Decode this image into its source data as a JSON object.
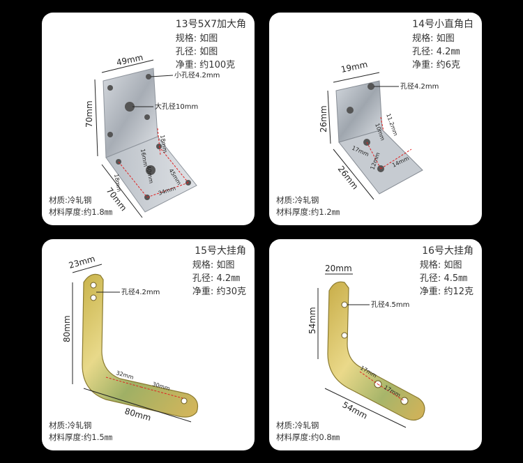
{
  "products": [
    {
      "title": "13号5X7加大角",
      "spec_label": "规格:",
      "spec_value": "如图",
      "hole_label": "孔径:",
      "hole_value": "如图",
      "weight_label": "净重:",
      "weight_value": "约100克",
      "material": "材质:冷轧钢",
      "thickness": "材料厚度:约1.8㎜",
      "dims": {
        "top": "49mm",
        "side": "70mm",
        "bottom": "70mm",
        "small_hole": "小孔径4.2mm",
        "big_hole": "大孔径10mm",
        "d18": "18mm",
        "d40": "40mm",
        "d16": "16mm",
        "d45": "45mm",
        "d34": "34mm",
        "d18b": "18mm"
      }
    },
    {
      "title": "14号小直角白",
      "spec_label": "规格:",
      "spec_value": "如图",
      "hole_label": "孔径:",
      "hole_value": "4.2㎜",
      "weight_label": "净重:",
      "weight_value": "约6克",
      "material": "材质:冷轧钢",
      "thickness": "材料厚度:约1.2㎜",
      "dims": {
        "top": "19mm",
        "side": "26mm",
        "bottom": "26mm",
        "hole": "孔径4.2mm",
        "d11": "11.2mm",
        "d10": "10mm",
        "d17": "17mm",
        "d12": "12mm",
        "d14": "14mm"
      }
    },
    {
      "title": "15号大挂角",
      "spec_label": "规格:",
      "spec_value": "如图",
      "hole_label": "孔径:",
      "hole_value": "4.2㎜",
      "weight_label": "净重:",
      "weight_value": "约30克",
      "material": "材质:冷轧钢",
      "thickness": "材料厚度:约1.5㎜",
      "dims": {
        "top": "23mm",
        "side": "80mm",
        "bottom": "80mm",
        "hole": "孔径4.2mm",
        "d32": "32mm",
        "d30": "30mm"
      }
    },
    {
      "title": "16号大挂角",
      "spec_label": "规格:",
      "spec_value": "如图",
      "hole_label": "孔径:",
      "hole_value": "4.5㎜",
      "weight_label": "净重:",
      "weight_value": "约12克",
      "material": "材质:冷轧钢",
      "thickness": "材料厚度:约0.8㎜",
      "dims": {
        "top": "20mm",
        "side": "54mm",
        "bottom": "54mm",
        "hole": "孔径4.5mm",
        "d17": "17mm",
        "d17b": "17mm"
      }
    }
  ]
}
